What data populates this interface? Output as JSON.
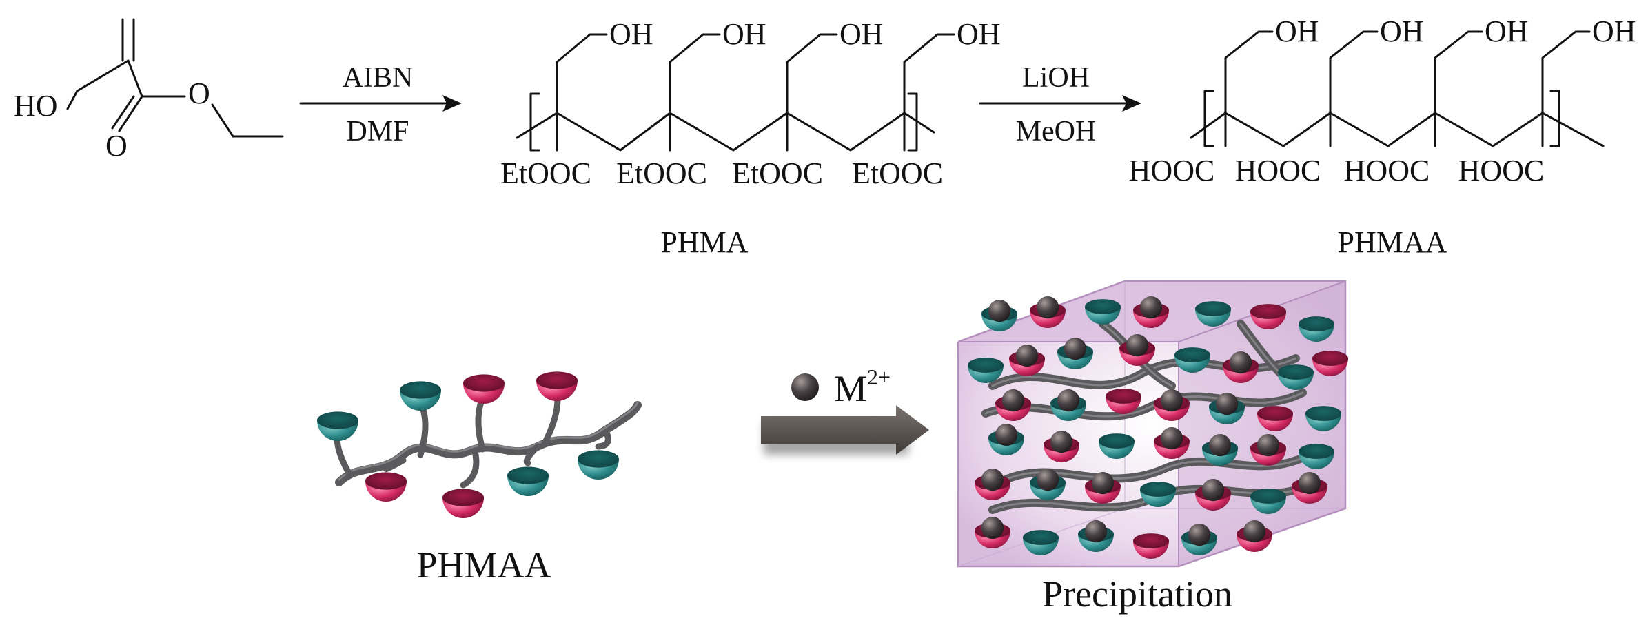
{
  "reaction": {
    "monomer": {
      "oh_label": "HO",
      "carbonyl_o": "O",
      "ester_o": "O"
    },
    "step1": {
      "reagent_top": "AIBN",
      "reagent_bottom": "DMF"
    },
    "polymer1": {
      "oh_labels": [
        "OH",
        "OH",
        "OH",
        "OH"
      ],
      "ester_labels": [
        "EtOOC",
        "EtOOC",
        "EtOOC",
        "EtOOC"
      ],
      "name": "PHMA"
    },
    "step2": {
      "reagent_top": "LiOH",
      "reagent_bottom": "MeOH"
    },
    "polymer2": {
      "oh_labels": [
        "OH",
        "OH",
        "OH",
        "OH"
      ],
      "acid_labels": [
        "HOOC",
        "HOOC",
        "HOOC",
        "HOOC"
      ],
      "name": "PHMAA"
    }
  },
  "cartoon": {
    "polymer_label": "PHMAA",
    "ion_label": "M",
    "ion_charge": "2+",
    "product_label": "Precipitation",
    "colors": {
      "teal": "#2e8c8c",
      "magenta": "#d42a64",
      "chain": "#5a5a5d",
      "metal_ion": "#3a3436",
      "box_fill": "#e8d4ea",
      "arrow": "#58524f"
    }
  }
}
